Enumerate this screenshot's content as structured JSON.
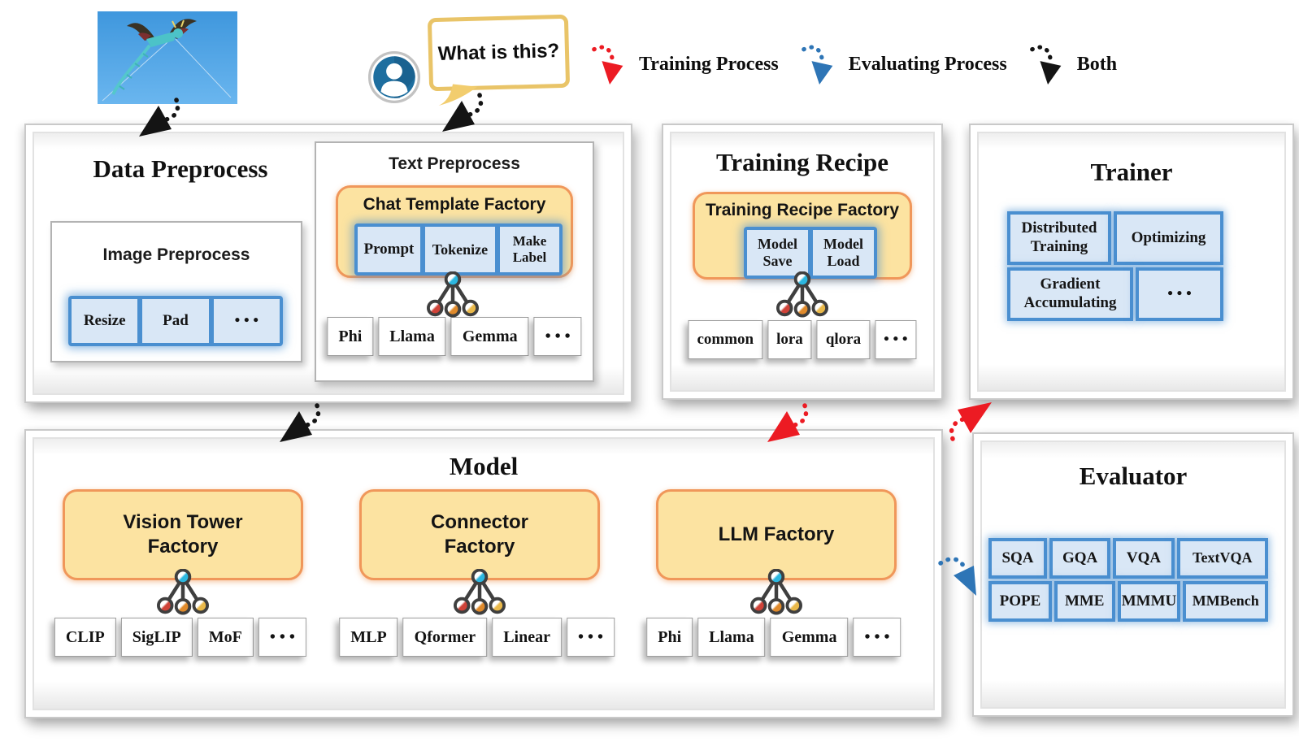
{
  "question": {
    "text": "What is this?"
  },
  "legend": [
    {
      "label": "Training Process",
      "color": "#ec1b23"
    },
    {
      "label": "Evaluating Process",
      "color": "#2e75b6"
    },
    {
      "label": "Both",
      "color": "#141414"
    }
  ],
  "data_preprocess": {
    "title": "Data Preprocess",
    "image_preprocess": {
      "title": "Image Preprocess",
      "ops": [
        "Resize",
        "Pad",
        "• • •"
      ]
    },
    "text_preprocess": {
      "title": "Text Preprocess",
      "factory_title": "Chat Template Factory",
      "factory_ops": [
        "Prompt",
        "Tokenize",
        "Make Label"
      ],
      "impls": [
        "Phi",
        "Llama",
        "Gemma",
        "• • •"
      ]
    }
  },
  "training_recipe": {
    "title": "Training Recipe",
    "factory_title": "Training Recipe Factory",
    "factory_ops": [
      "Model Save",
      "Model Load"
    ],
    "impls": [
      "common",
      "lora",
      "qlora",
      "• • •"
    ]
  },
  "trainer": {
    "title": "Trainer",
    "features": [
      "Distributed Training",
      "Optimizing",
      "Gradient Accumulating",
      "• • •"
    ]
  },
  "model": {
    "title": "Model",
    "factories": [
      {
        "title": "Vision Tower Factory",
        "impls": [
          "CLIP",
          "SigLIP",
          "MoF",
          "• • •"
        ]
      },
      {
        "title": "Connector Factory",
        "impls": [
          "MLP",
          "Qformer",
          "Linear",
          "• • •"
        ]
      },
      {
        "title": "LLM Factory",
        "impls": [
          "Phi",
          "Llama",
          "Gemma",
          "• • •"
        ]
      }
    ]
  },
  "evaluator": {
    "title": "Evaluator",
    "benchmarks": [
      "SQA",
      "GQA",
      "VQA",
      "TextVQA",
      "POPE",
      "MME",
      "MMMU",
      "MMBench"
    ]
  },
  "colors": {
    "training": "#ec1b23",
    "evaluating": "#2e75b6",
    "both": "#141414",
    "factory_fill": "#fce3a1",
    "factory_border": "#f0975a",
    "blue_cell_fill": "#d9e7f6",
    "blue_accent": "#4a8fd0",
    "tree_root": "#2cb7e0",
    "tree_child_red": "#cf4238",
    "tree_child_orange": "#e08a2b",
    "tree_child_yellow": "#eab94a"
  }
}
